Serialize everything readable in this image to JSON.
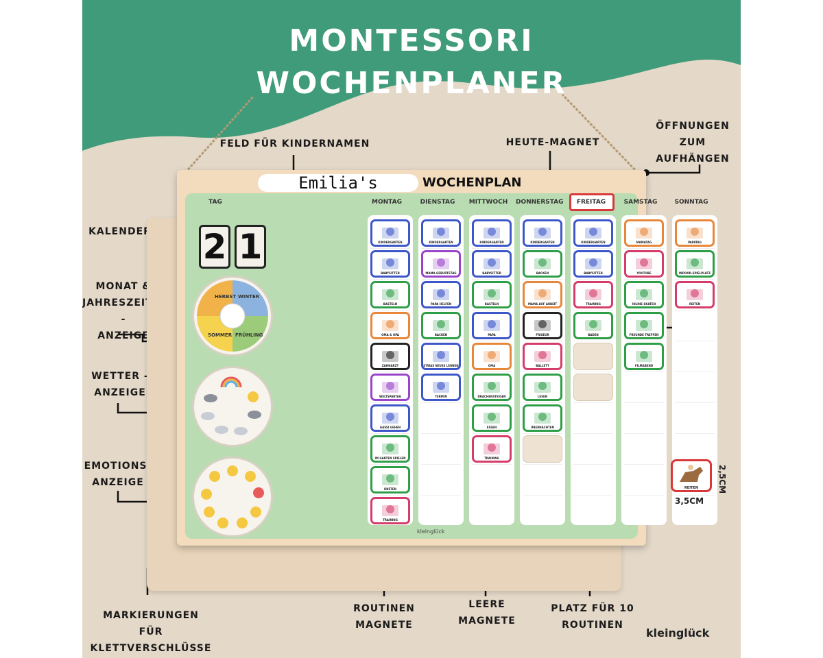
{
  "header": {
    "title_line1": "MONTESSORI",
    "title_line2": "WOCHENPLANER"
  },
  "colors": {
    "header_green": "#3f9b79",
    "board_green": "#b9dcb2",
    "today_red": "#d9383a"
  },
  "board": {
    "child_name": "Emilia's",
    "plan_title": "WOCHENPLAN",
    "days": [
      "TAG",
      "MONTAG",
      "DIENSTAG",
      "MITTWOCH",
      "DONNERSTAG",
      "FREITAG",
      "SAMSTAG",
      "SONNTAG"
    ],
    "calendar": {
      "digit1": "2",
      "digit2": "1"
    },
    "brand": "kleinglück"
  },
  "columns": [
    {
      "day": "MONTAG",
      "magnets": [
        {
          "label": "KINDERGARTEN",
          "color": "#3d57c9",
          "icon": "house-icon"
        },
        {
          "label": "BABYSITTER",
          "color": "#3d57c9",
          "icon": "stroller-icon"
        },
        {
          "label": "BASTELN",
          "color": "#2e9e47",
          "icon": "yarn-icon"
        },
        {
          "label": "OMA & OPA",
          "color": "#e8873a",
          "icon": "grandparents-icon"
        },
        {
          "label": "ZAHNARZT",
          "color": "#222222",
          "icon": "tooth-icon"
        },
        {
          "label": "WELTSPARTAG",
          "color": "#9a45c9",
          "icon": "globe-icon"
        },
        {
          "label": "GASSI GEHEN",
          "color": "#3d57c9",
          "icon": "dog-icon"
        },
        {
          "label": "IM GARTEN SPIELEN",
          "color": "#2e9e47",
          "icon": "garden-icon"
        },
        {
          "label": "KNETEN",
          "color": "#2e9e47",
          "icon": "hands-icon"
        },
        {
          "label": "TRAINING",
          "color": "#d43c6a",
          "icon": "bag-icon"
        }
      ]
    },
    {
      "day": "DIENSTAG",
      "magnets": [
        {
          "label": "KINDERGARTEN",
          "color": "#3d57c9",
          "icon": "house-icon"
        },
        {
          "label": "MAMA GEBURTSTAG",
          "color": "#9a45c9",
          "icon": "cake-icon"
        },
        {
          "label": "PAPA HELFEN",
          "color": "#3d57c9",
          "icon": "family-icon"
        },
        {
          "label": "BACKEN",
          "color": "#2e9e47",
          "icon": "baking-icon"
        },
        {
          "label": "ETWAS NEUES LERNEN",
          "color": "#3d57c9",
          "icon": "lightbulb-icon"
        },
        {
          "label": "TERMIN",
          "color": "#3d57c9",
          "icon": "calendar-icon"
        }
      ]
    },
    {
      "day": "MITTWOCH",
      "magnets": [
        {
          "label": "KINDERGARTEN",
          "color": "#3d57c9",
          "icon": "house-icon"
        },
        {
          "label": "BABYSITTER",
          "color": "#3d57c9",
          "icon": "stroller-icon"
        },
        {
          "label": "BASTELN",
          "color": "#2e9e47",
          "icon": "yarn-icon"
        },
        {
          "label": "PAPA",
          "color": "#3d57c9",
          "icon": "father-icon"
        },
        {
          "label": "OMA",
          "color": "#e8873a",
          "icon": "grandma-icon"
        },
        {
          "label": "DRACHENSTEIGEN",
          "color": "#2e9e47",
          "icon": "kite-icon"
        },
        {
          "label": "ESSEN",
          "color": "#2e9e47",
          "icon": "plate-icon"
        },
        {
          "label": "TRAINING",
          "color": "#d43c6a",
          "icon": "bag-icon"
        }
      ]
    },
    {
      "day": "DONNERSTAG",
      "magnets": [
        {
          "label": "KINDERGARTEN",
          "color": "#3d57c9",
          "icon": "house-icon"
        },
        {
          "label": "BACKEN",
          "color": "#2e9e47",
          "icon": "baking-icon"
        },
        {
          "label": "MAMA AUF ARBEIT",
          "color": "#e8873a",
          "icon": "mother-icon"
        },
        {
          "label": "FRISEUR",
          "color": "#222222",
          "icon": "scissors-icon"
        },
        {
          "label": "BALLETT",
          "color": "#d43c6a",
          "icon": "ballet-icon"
        },
        {
          "label": "LESEN",
          "color": "#2e9e47",
          "icon": "book-icon"
        },
        {
          "label": "ÜBERNACHTEN",
          "color": "#2e9e47",
          "icon": "sleepover-icon"
        }
      ]
    },
    {
      "day": "FREITAG",
      "magnets": [
        {
          "label": "KINDERGARTEN",
          "color": "#3d57c9",
          "icon": "house-icon"
        },
        {
          "label": "BABYSITTER",
          "color": "#3d57c9",
          "icon": "stroller-icon"
        },
        {
          "label": "TRAINING",
          "color": "#d43c6a",
          "icon": "bag-icon"
        },
        {
          "label": "BADEN",
          "color": "#2e9e47",
          "icon": "bath-icon"
        }
      ]
    },
    {
      "day": "SAMSTAG",
      "magnets": [
        {
          "label": "MAMATAG",
          "color": "#e8873a",
          "icon": "mother-icon"
        },
        {
          "label": "YOUTUBE",
          "color": "#d43c6a",
          "icon": "youtube-icon"
        },
        {
          "label": "INLINE-SKATEN",
          "color": "#2e9e47",
          "icon": "skate-icon"
        },
        {
          "label": "FREUNDE TREFFEN",
          "color": "#2e9e47",
          "icon": "friends-icon"
        },
        {
          "label": "FILMABEND",
          "color": "#2e9e47",
          "icon": "movie-icon"
        }
      ]
    },
    {
      "day": "SONNTAG",
      "magnets": [
        {
          "label": "PAPATAG",
          "color": "#e8873a",
          "icon": "father-icon"
        },
        {
          "label": "INDOOR-SPIELPLATZ",
          "color": "#2e9e47",
          "icon": "slide-icon"
        },
        {
          "label": "REITEN",
          "color": "#d43c6a",
          "icon": "horse-icon"
        }
      ]
    }
  ],
  "callouts": {
    "kindername": "FELD FÜR KINDERNAMEN",
    "heute": "HEUTE-MAGNET",
    "oeffnungen": [
      "ÖFFNUNGEN",
      "ZUM",
      "AUFHÄNGEN"
    ],
    "kalender": "KALENDER",
    "monat": [
      "MONAT &",
      "JAHRESZEITEN -",
      "ANZEIGE"
    ],
    "wetter": [
      "WETTER -",
      "ANZEIGE"
    ],
    "emotion": [
      "EMOTIONS-",
      "ANZEIGE"
    ],
    "klett": [
      "MARKIERUNGEN FÜR",
      "KLETTVERSCHLÜSSE"
    ],
    "routinen": [
      "ROUTINEN",
      "MAGNETE"
    ],
    "leere": [
      "LEERE",
      "MAGNETE"
    ],
    "platz": [
      "PLATZ FÜR 10",
      "ROUTINEN"
    ]
  },
  "sample_magnet": {
    "label": "REITEN",
    "height": "2,5CM",
    "width": "3,5CM"
  },
  "seasons": [
    "HERBST",
    "WINTER",
    "SOMMER",
    "FRÜHLING"
  ]
}
